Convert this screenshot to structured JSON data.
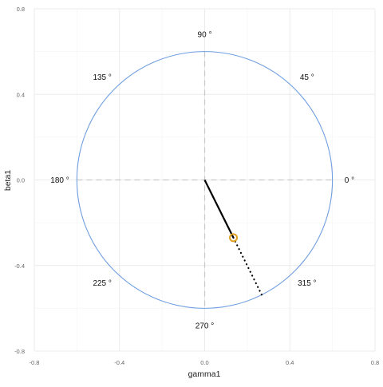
{
  "chart_data": {
    "type": "scatter",
    "subtype": "unit-circle-angle-plot",
    "xlabel": "gamma1",
    "ylabel": "beta1",
    "xlim": [
      -0.8,
      0.8
    ],
    "ylim": [
      -0.8,
      0.8
    ],
    "x_ticks": [
      -0.8,
      -0.4,
      0.0,
      0.4,
      0.8
    ],
    "x_tick_labels": [
      "-0.8",
      "-0.4",
      "0.0",
      "0.4",
      "0.8"
    ],
    "y_ticks": [
      -0.8,
      -0.4,
      0.0,
      0.4,
      0.8
    ],
    "y_tick_labels": [
      "-0.8",
      "-0.4",
      "0.0",
      "0.4",
      "0.8"
    ],
    "minor_gridlines": [
      -0.6,
      -0.2,
      0.2,
      0.6
    ],
    "grid": true,
    "circle": {
      "radius": 0.6,
      "color": "#6f9ee0"
    },
    "angle_labels": [
      {
        "text": "0 °",
        "angle": 0
      },
      {
        "text": "45 °",
        "angle": 45
      },
      {
        "text": "90 °",
        "angle": 90
      },
      {
        "text": "135 °",
        "angle": 135
      },
      {
        "text": "180 °",
        "angle": 180
      },
      {
        "text": "225 °",
        "angle": 225
      },
      {
        "text": "270 °",
        "angle": 270
      },
      {
        "text": "315 °",
        "angle": 315
      }
    ],
    "angle_label_radius": 0.68,
    "reference_lines_color": "#c8c8c8",
    "vector": {
      "x0": 0.0,
      "y0": 0.0,
      "x1": 0.135,
      "y1": -0.27,
      "color": "#000000"
    },
    "point": {
      "x": 0.135,
      "y": -0.27,
      "color": "#e0a020"
    },
    "projection": {
      "x0": 0.135,
      "y0": -0.27,
      "x1": 0.268,
      "y1": -0.537,
      "color": "#000000"
    }
  }
}
